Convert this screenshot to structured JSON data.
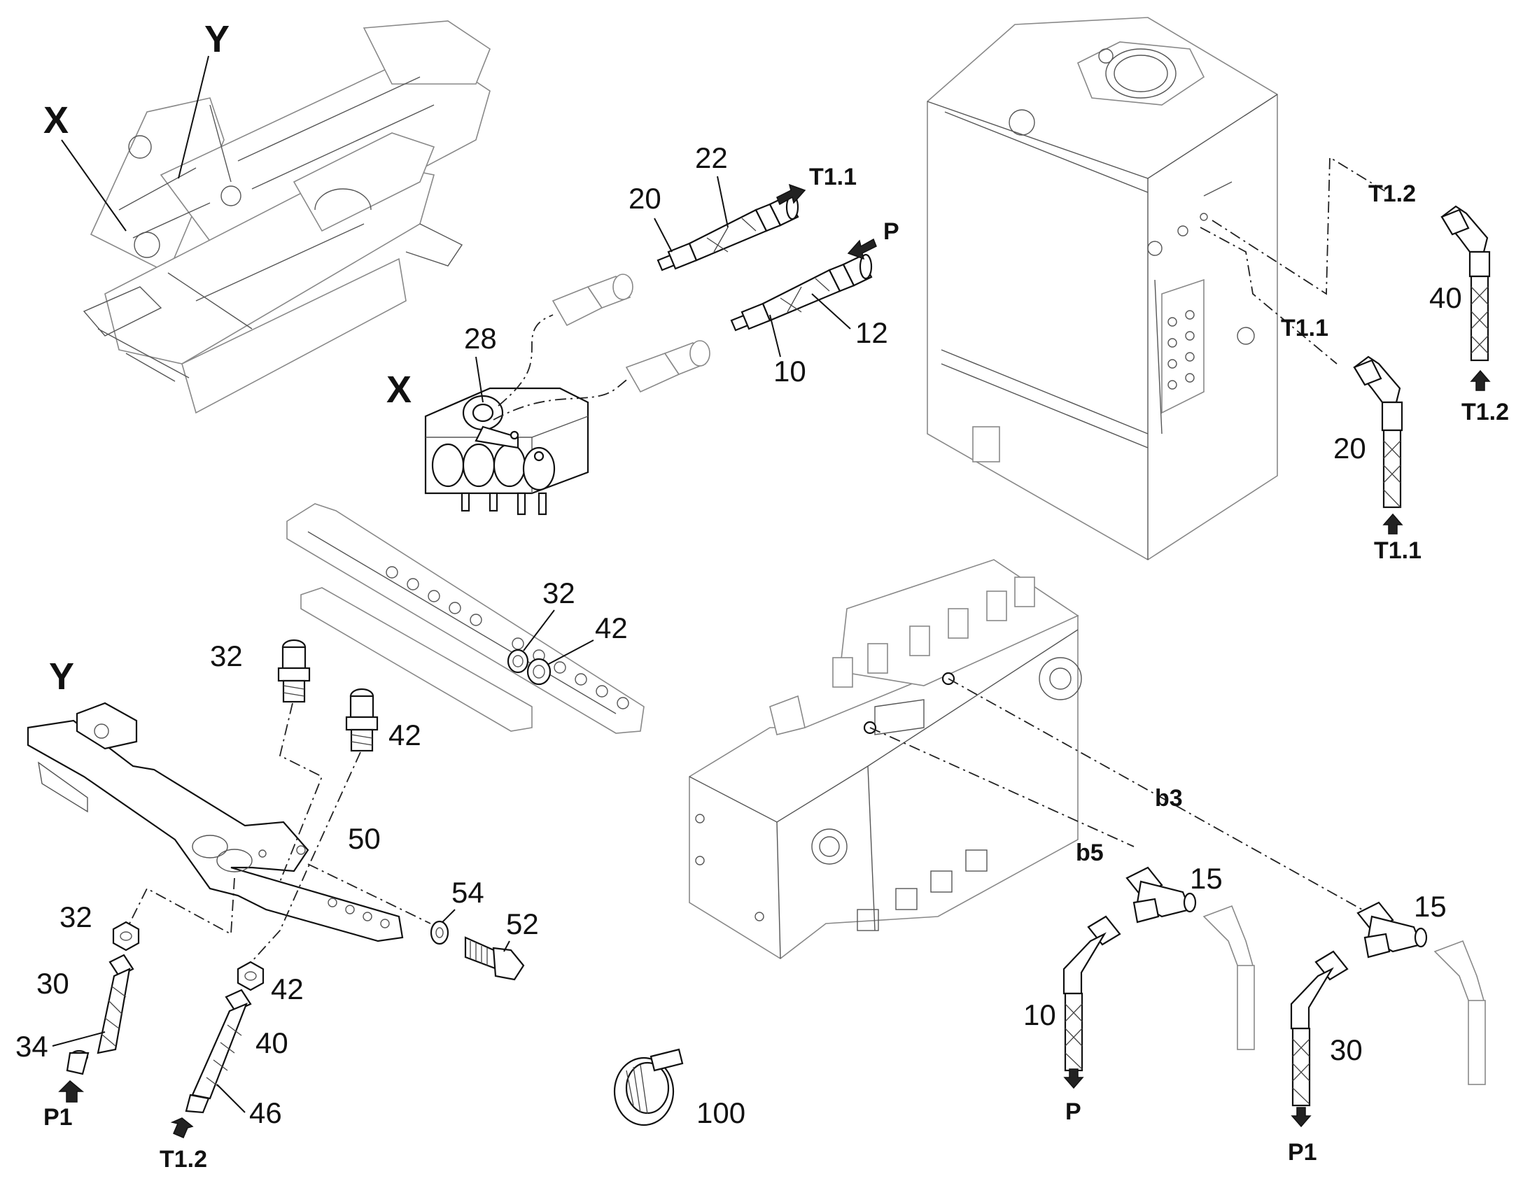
{
  "labels": {
    "x_main": "X",
    "y_main": "Y",
    "x_detail": "X",
    "y_detail": "Y",
    "n20_a": "20",
    "n22": "22",
    "t11_top": "T1.1",
    "p_top": "P",
    "n12": "12",
    "n10_top": "10",
    "n28": "28",
    "t12_right": "T1.2",
    "n40_right": "40",
    "t12_right_bottom": "T1.2",
    "t11_right": "T1.1",
    "n20_right": "20",
    "t11_right_bottom": "T1.1",
    "n32_top": "32",
    "n42_top": "42",
    "n32_left": "32",
    "n42_left": "42",
    "n50": "50",
    "n54": "54",
    "n52": "52",
    "n32_bottom": "32",
    "n30_left": "30",
    "n34": "34",
    "p1_left": "P1",
    "n42_bottom": "42",
    "n40_bottom": "40",
    "n46": "46",
    "t12_bottom": "T1.2",
    "n100": "100",
    "b3": "b3",
    "b5": "b5",
    "n15_a": "15",
    "n15_b": "15",
    "n10_bottom": "10",
    "p_bottom": "P",
    "n30_bottom": "30",
    "p1_bottom": "P1"
  },
  "colors": {
    "ink": "#111111",
    "background": "#ffffff"
  }
}
